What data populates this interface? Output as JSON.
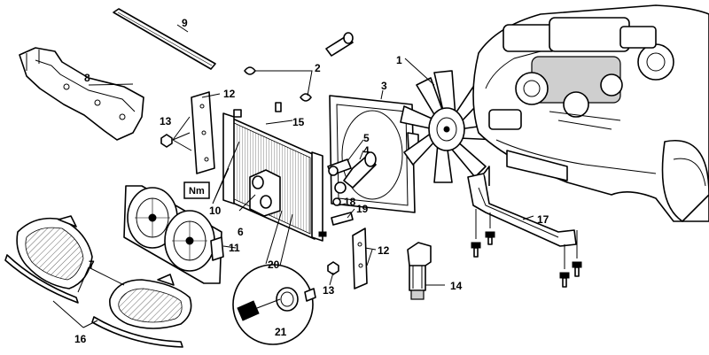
{
  "callouts": {
    "c1": "1",
    "c2": "2",
    "c3": "3",
    "c4": "4",
    "c5": "5",
    "c6": "6",
    "c7": "7",
    "c8": "8",
    "c9": "9",
    "c10": "10",
    "c11": "11",
    "c12": "12",
    "c12b": "12",
    "c13": "13",
    "c13b": "13",
    "c14": "14",
    "c15": "15",
    "c16": "16",
    "c17": "17",
    "c18": "18",
    "c19": "19",
    "c20": "20",
    "c21": "21"
  },
  "torque_badge": "Nm"
}
